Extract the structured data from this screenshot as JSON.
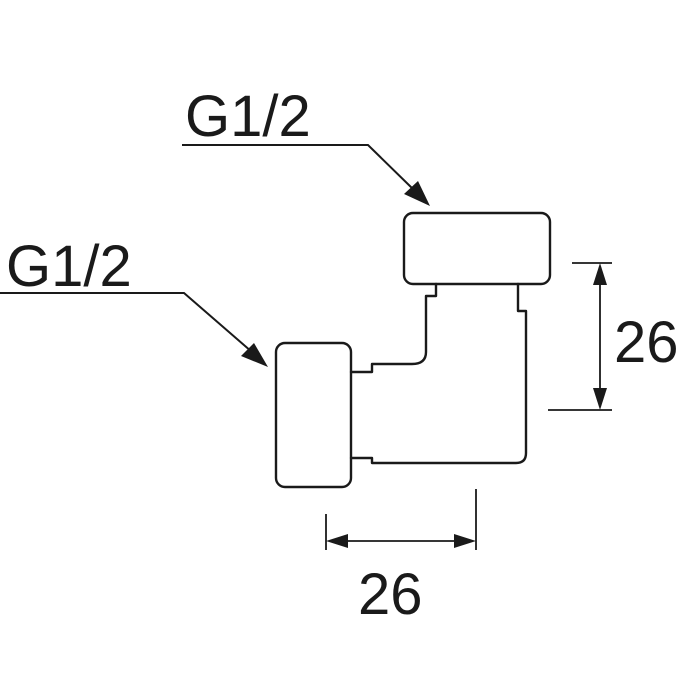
{
  "labels": {
    "top_thread": "G1/2",
    "left_thread": "G1/2"
  },
  "dimensions": {
    "vertical": "26",
    "horizontal": "26"
  }
}
